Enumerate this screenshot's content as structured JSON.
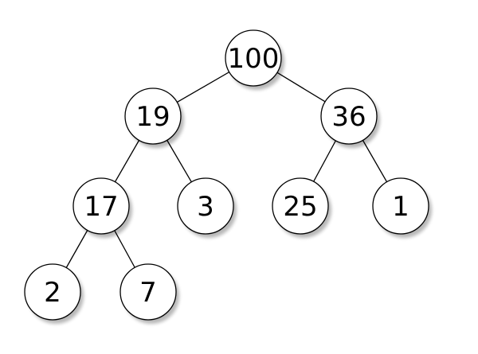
{
  "tree": {
    "nodes": [
      {
        "id": "n0",
        "label": "100"
      },
      {
        "id": "n1",
        "label": "19"
      },
      {
        "id": "n2",
        "label": "36"
      },
      {
        "id": "n3",
        "label": "17"
      },
      {
        "id": "n4",
        "label": "3"
      },
      {
        "id": "n5",
        "label": "25"
      },
      {
        "id": "n6",
        "label": "1"
      },
      {
        "id": "n7",
        "label": "2"
      },
      {
        "id": "n8",
        "label": "7"
      }
    ],
    "edges": [
      {
        "from": "n0",
        "to": "n1"
      },
      {
        "from": "n0",
        "to": "n2"
      },
      {
        "from": "n1",
        "to": "n3"
      },
      {
        "from": "n1",
        "to": "n4"
      },
      {
        "from": "n2",
        "to": "n5"
      },
      {
        "from": "n2",
        "to": "n6"
      },
      {
        "from": "n3",
        "to": "n7"
      },
      {
        "from": "n3",
        "to": "n8"
      }
    ]
  }
}
